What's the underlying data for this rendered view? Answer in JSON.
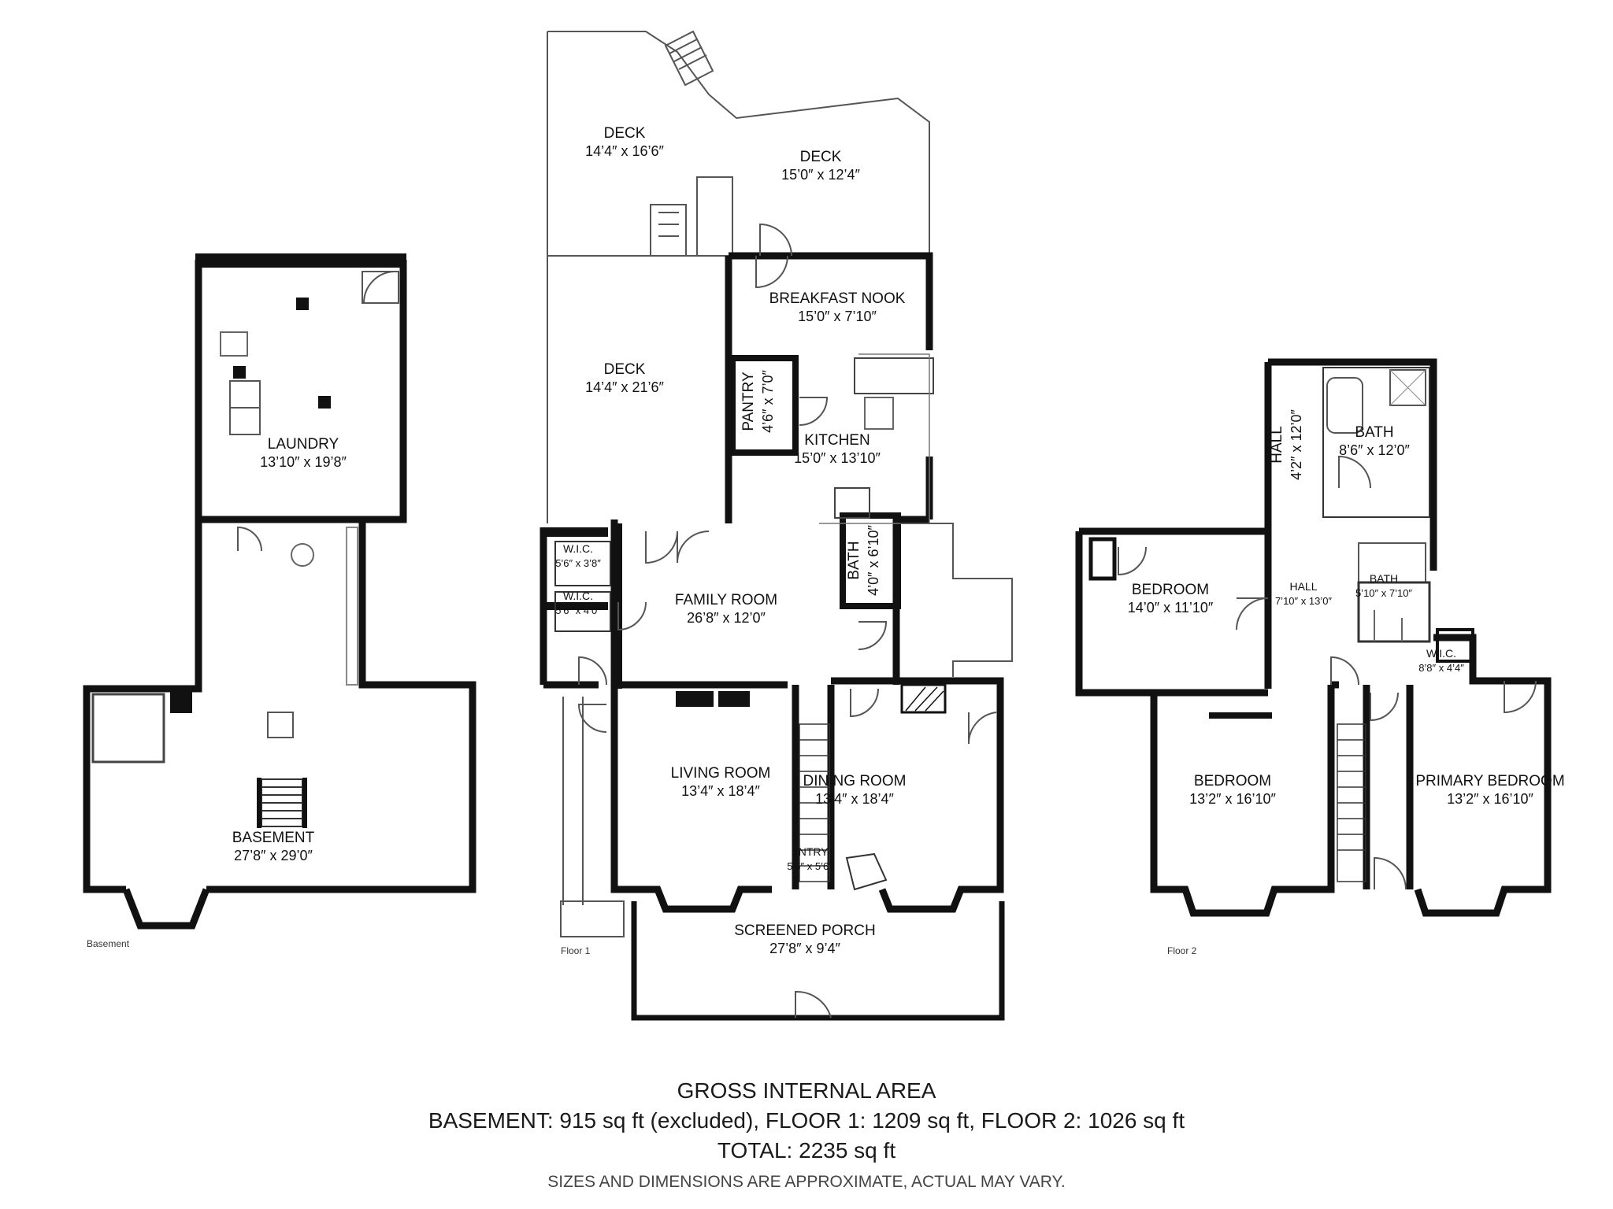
{
  "floors": [
    {
      "key": "basement",
      "label": "Basement"
    },
    {
      "key": "floor1",
      "label": "Floor 1"
    },
    {
      "key": "floor2",
      "label": "Floor 2"
    }
  ],
  "rooms": {
    "basement": [
      {
        "id": "laundry",
        "name": "LAUNDRY",
        "dims": "13’10″ x 19’8″"
      },
      {
        "id": "basement",
        "name": "BASEMENT",
        "dims": "27’8″ x 29’0″"
      }
    ],
    "floor1": [
      {
        "id": "deck-1",
        "name": "DECK",
        "dims": "14’4″ x 16’6″"
      },
      {
        "id": "deck-2",
        "name": "DECK",
        "dims": "15’0″ x 12’4″"
      },
      {
        "id": "breakfast-nook",
        "name": "BREAKFAST NOOK",
        "dims": "15’0″ x 7’10″"
      },
      {
        "id": "deck-3",
        "name": "DECK",
        "dims": "14’4″ x 21’6″"
      },
      {
        "id": "pantry",
        "name": "PANTRY",
        "dims": "4’6″ x 7’0″",
        "vertical": true
      },
      {
        "id": "kitchen",
        "name": "KITCHEN",
        "dims": "15’0″ x 13’10″"
      },
      {
        "id": "wic-1",
        "name": "W.I.C.",
        "dims": "5’6″ x 3’8″",
        "small": true
      },
      {
        "id": "wic-2",
        "name": "W.I.C.",
        "dims": "5’6″ x 4’0″",
        "small": true
      },
      {
        "id": "bath-f1",
        "name": "BATH",
        "dims": "4’0″ x 6’10″",
        "vertical": true
      },
      {
        "id": "family-room",
        "name": "FAMILY ROOM",
        "dims": "26’8″ x 12’0″"
      },
      {
        "id": "living-room",
        "name": "LIVING ROOM",
        "dims": "13’4″ x 18’4″"
      },
      {
        "id": "dining-room",
        "name": "DINING ROOM",
        "dims": "13’4″ x 18’4″"
      },
      {
        "id": "entry",
        "name": "ENTRY",
        "dims": "5’6″ x 5’6″",
        "small": true
      },
      {
        "id": "screened-porch",
        "name": "SCREENED PORCH",
        "dims": "27’8″ x 9’4″"
      }
    ],
    "floor2": [
      {
        "id": "hall-1",
        "name": "HALL",
        "dims": "4’2″ x 12’0″",
        "vertical": true
      },
      {
        "id": "bath-1",
        "name": "BATH",
        "dims": "8’6″ x 12’0″"
      },
      {
        "id": "bedroom-1",
        "name": "BEDROOM",
        "dims": "14’0″ x 11’10″"
      },
      {
        "id": "hall-2",
        "name": "HALL",
        "dims": "7’10″ x 13’0″",
        "small": true
      },
      {
        "id": "bath-2",
        "name": "BATH",
        "dims": "5’10″ x 7’10″",
        "small": true
      },
      {
        "id": "wic-3",
        "name": "W.I.C.",
        "dims": "8’8″ x 4’4″",
        "small": true
      },
      {
        "id": "bedroom-2",
        "name": "BEDROOM",
        "dims": "13’2″ x 16’10″"
      },
      {
        "id": "primary-bedroom",
        "name": "PRIMARY BEDROOM",
        "dims": "13’2″ x 16’10″"
      }
    ]
  },
  "summary": {
    "title": "GROSS INTERNAL AREA",
    "line": "BASEMENT: 915 sq ft (excluded), FLOOR 1: 1209 sq ft, FLOOR 2: 1026 sq ft",
    "total": "TOTAL: 2235 sq ft",
    "note": "SIZES AND DIMENSIONS ARE APPROXIMATE, ACTUAL MAY VARY."
  }
}
